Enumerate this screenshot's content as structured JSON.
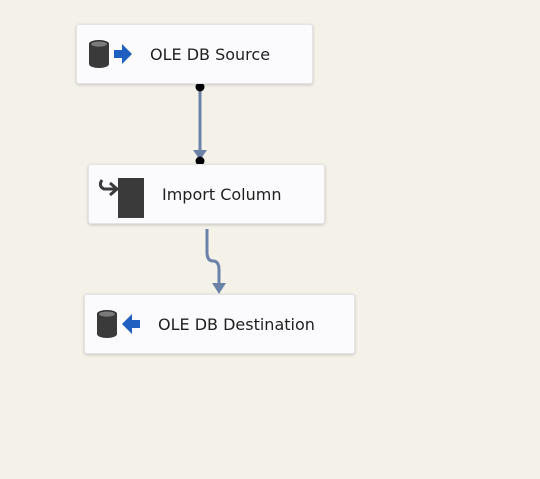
{
  "tasks": {
    "source": {
      "label": "OLE DB Source",
      "icon": "ole-db-source-icon"
    },
    "import": {
      "label": "Import Column",
      "icon": "import-column-icon"
    },
    "destination": {
      "label": "OLE DB Destination",
      "icon": "ole-db-destination-icon"
    }
  },
  "connectors": [
    {
      "from": "OLE DB Source",
      "to": "Import Column"
    },
    {
      "from": "Import Column",
      "to": "OLE DB Destination"
    }
  ],
  "colors": {
    "canvas_background": "#f4f1e9",
    "task_background": "#fbfbfd",
    "connector": "#6b82a8",
    "db_icon": "#3a3a3a",
    "arrow_accent": "#1f5fbf"
  }
}
